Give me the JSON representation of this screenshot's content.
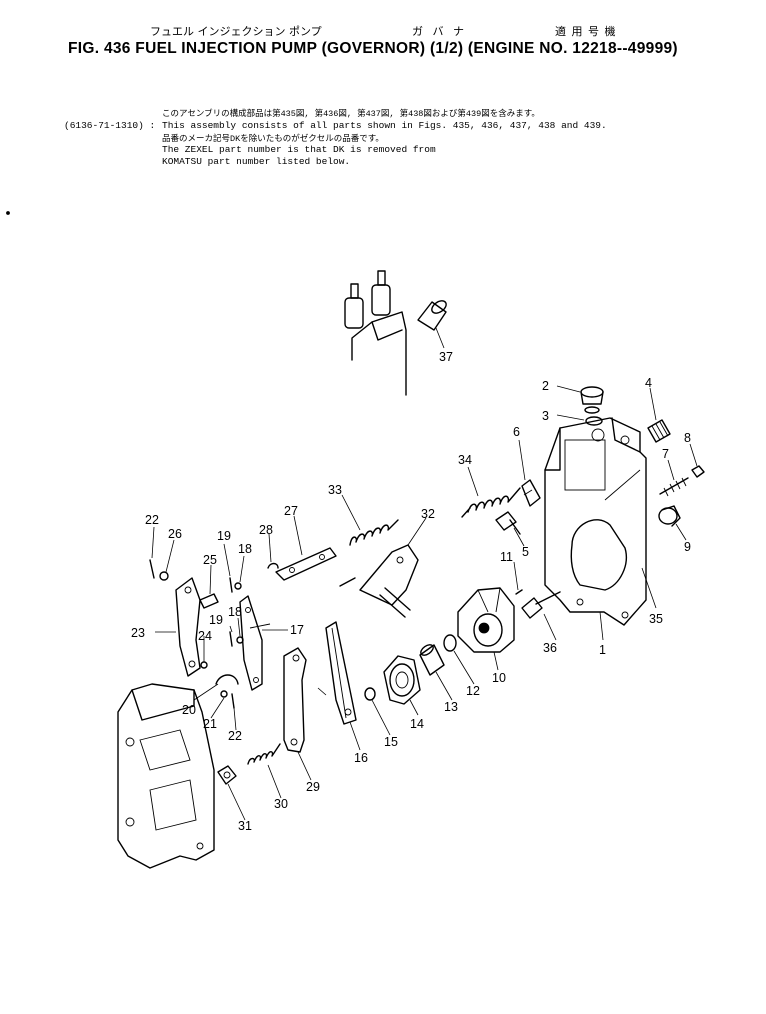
{
  "header": {
    "jp_title": "フュエル インジェクション ポンプ",
    "jp_governor": "ガ バ ナ",
    "jp_applicable": "適 用 号 機",
    "title": "FIG. 436  FUEL  INJECTION  PUMP  (GOVERNOR)  (1/2)  (ENGINE  NO. 12218--49999)"
  },
  "notes": {
    "jp_assembly": "このアセンブリの構成部品は第435図, 第436図, 第437図, 第438図および第439図を含みます。",
    "assembly_part_no": "(6136-71-1310) :",
    "assembly_en": "This assembly consists of all parts shown in Figs. 435, 436, 437, 438 and 439.",
    "jp_zexel": "品番のメーカ記号DKを除いたものがゼクセルの品番です。",
    "zexel_line1": "The ZEXEL part number is that DK is removed from",
    "zexel_line2": "KOMATSU part number listed below."
  },
  "callouts": [
    "1",
    "2",
    "3",
    "4",
    "5",
    "6",
    "7",
    "8",
    "9",
    "10",
    "11",
    "12",
    "13",
    "14",
    "15",
    "16",
    "17",
    "18",
    "18",
    "19",
    "19",
    "20",
    "21",
    "22",
    "22",
    "23",
    "24",
    "25",
    "26",
    "27",
    "28",
    "29",
    "30",
    "31",
    "32",
    "33",
    "34",
    "35",
    "36",
    "37"
  ]
}
